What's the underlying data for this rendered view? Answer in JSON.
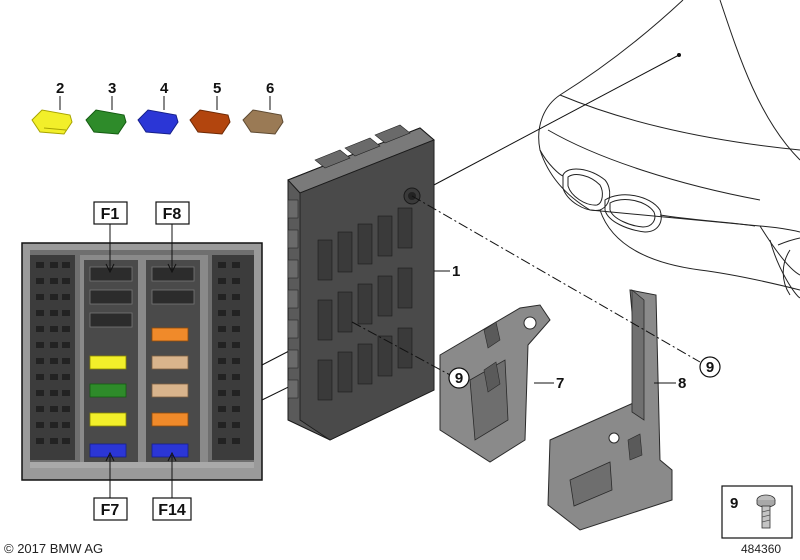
{
  "callouts": {
    "c1": "1",
    "c2": "2",
    "c3": "3",
    "c4": "4",
    "c5": "5",
    "c6": "6",
    "c7": "7",
    "c8": "8",
    "c9a": "9",
    "c9b": "9",
    "c9legend": "9"
  },
  "fuse_labels": {
    "f1": "F1",
    "f8": "F8",
    "f7": "F7",
    "f14": "F14"
  },
  "copyright": "© 2017 BMW AG",
  "diagram_number": "484360",
  "fuse_colors": {
    "yellow": "#f2ef2a",
    "green": "#2e8b2a",
    "blue": "#2b36d6",
    "orange_brown": "#b2450e",
    "tan": "#9a7a55",
    "orange": "#f08a2a",
    "beige": "#d9b48c"
  }
}
